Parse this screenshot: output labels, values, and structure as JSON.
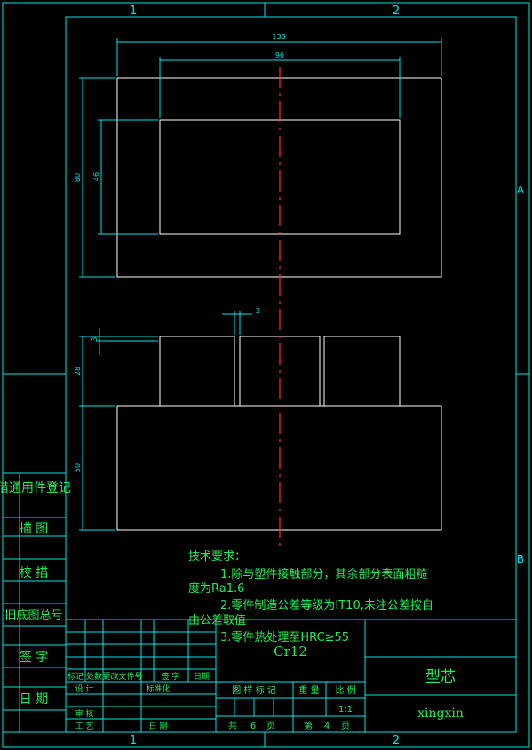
{
  "zones": {
    "top_1": "1",
    "top_2": "2",
    "bottom_1": "1",
    "bottom_2": "2",
    "right_a": "A",
    "right_b": "B"
  },
  "dimensions": {
    "d130": "130",
    "d96": "96",
    "d80": "80",
    "d46": "46",
    "d2": "2",
    "d3": "3",
    "d28": "28",
    "d50": "50"
  },
  "side_table": {
    "row1": "借通用件登记",
    "row2": "描  图",
    "row3": "校  描",
    "row4": "旧底图总号",
    "row5": "签  字",
    "row6": "日  期"
  },
  "requirements": {
    "title": "技术要求：",
    "line1": "1.除与塑件接触部分，其余部分表面粗糙",
    "line2": "度为Ra1.6",
    "line3": "2.零件制造公差等级为IT10,未注公差按自",
    "line4": "由公差取值",
    "line5": "3.零件热处理至HRC≥55"
  },
  "title_block": {
    "material": "Cr12",
    "part_name": "型芯",
    "designer_name": "xingxin",
    "col_mark": "标记",
    "col_count": "处数",
    "col_doc": "更改文件号",
    "col_sign": "签 字",
    "col_date": "日期",
    "design": "设 计",
    "standard": "标准化",
    "review": "审 核",
    "process": "工 艺",
    "date2": "日 期",
    "stage_mark": "图 样 标 记",
    "weight": "重 量",
    "scale_label": "比 例",
    "scale": "1:1",
    "total": "共",
    "total_n": "6",
    "page_unit1": "页",
    "sheet": "第",
    "sheet_n": "4",
    "page_unit2": "页"
  }
}
